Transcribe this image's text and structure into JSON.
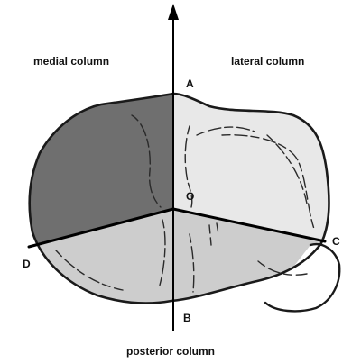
{
  "labels": {
    "medial_column": "medial column",
    "lateral_column": "lateral column",
    "posterior_column": "posterior column"
  },
  "points": {
    "a": "A",
    "b": "B",
    "c": "C",
    "d": "D",
    "o": "O"
  },
  "colors": {
    "medial_region": "#6f6f6f",
    "lateral_region": "#e8e8e8",
    "posterior_region": "#cdcdcd",
    "outline": "#1a1a1a",
    "background": "#ffffff"
  }
}
